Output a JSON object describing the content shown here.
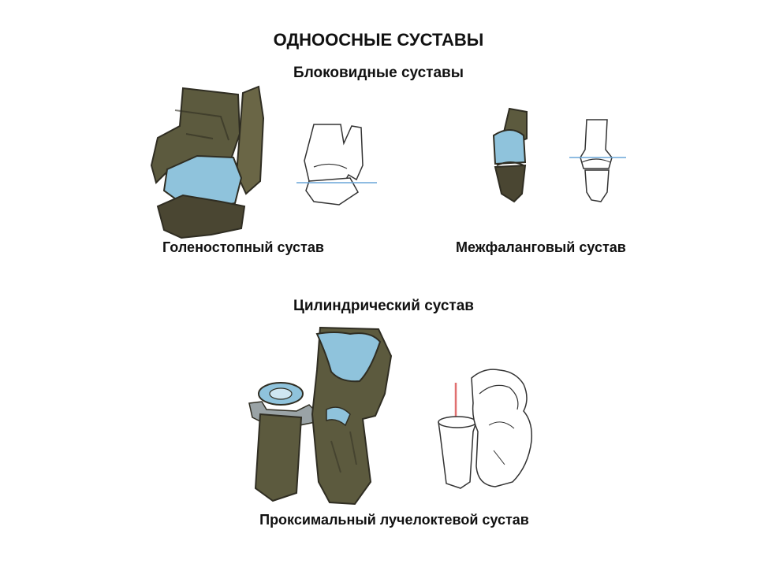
{
  "slide": {
    "title": "ОДНООСНЫЕ СУСТАВЫ",
    "section_trochlear": "Блоковидные суставы",
    "caption_ankle": "Голеностопный сустав",
    "caption_interphalangeal": "Межфаланговый сустав",
    "section_cylindrical": "Цилиндрический сустав",
    "caption_radioulnar": "Проксимальный лучелоктевой сустав"
  },
  "colors": {
    "bone_dark": "#5c5a3e",
    "bone_shadow": "#2f2d22",
    "cartilage_blue": "#8fc3dc",
    "outline": "#333333",
    "axis_blue": "#6aa6d8",
    "axis_red": "#e07070"
  }
}
